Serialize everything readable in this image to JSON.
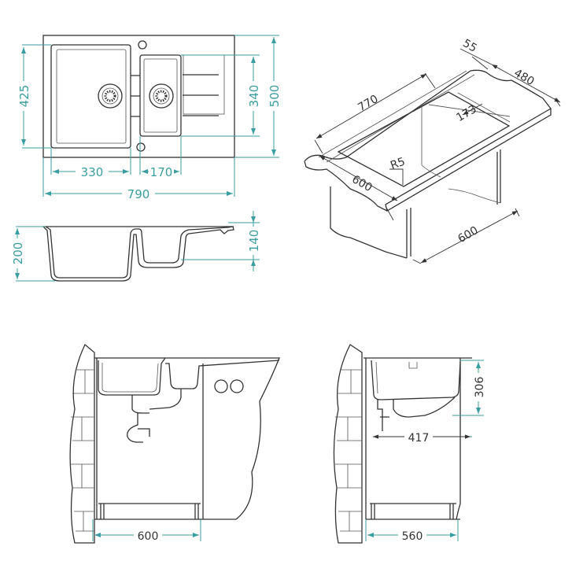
{
  "colors": {
    "dimension": "#3a9ea0",
    "outline": "#333333"
  },
  "plan_view": {
    "depth_left_bowl": "425",
    "width_left_bowl": "330",
    "width_right_bowl": "170",
    "total_width": "790",
    "depth_right_bowl": "340",
    "total_depth": "500"
  },
  "section_view": {
    "depth_left_bowl": "200",
    "depth_right_bowl": "140"
  },
  "cutout_view": {
    "cutout_length": "770",
    "edge_offset": "55",
    "cutout_depth": "480",
    "inner_offset": "173",
    "corner_radius": "R5",
    "cutout_width": "600",
    "cabinet_width": "600"
  },
  "front_install_view": {
    "cabinet_width": "600"
  },
  "side_install_view": {
    "height": "306",
    "depth": "417",
    "cabinet_depth": "560"
  }
}
